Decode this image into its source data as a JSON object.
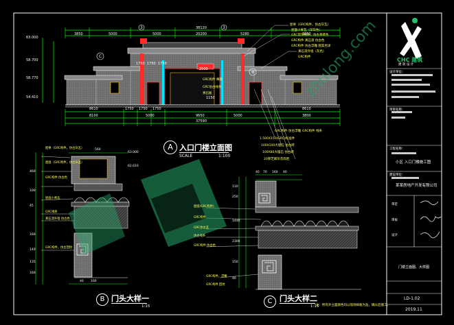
{
  "elevation": {
    "title": "入口门楼立面图",
    "scale_label": "SCALE",
    "scale_value": "1:100",
    "marker": "A",
    "top_dims": [
      "38120",
      "20200",
      "3850",
      "5000",
      "5000",
      "5280",
      "3850"
    ],
    "bottom_dims": [
      "8610",
      "1750",
      "1750",
      "1750",
      "8610",
      "8100",
      "5000",
      "5000",
      "3800",
      "9650",
      "37590"
    ],
    "mid_dims": [
      "1750",
      "1750",
      "1750",
      "2000",
      "1150"
    ],
    "left_levels": [
      "63.000",
      "58.700",
      "58.770",
      "54.410"
    ],
    "notes_top": [
      "屋脊（GRC构件，仿古灰瓦）",
      "屋面小青瓦（深灰色）",
      "GRC装饰线条，仿古青砖色",
      "GRC构件 真石漆 仿古色",
      "GRC构件 仿古浮雕 图案另详",
      "真石漆外墙（灰色）",
      "GRC构件"
    ],
    "notes_bottom": [
      "GRC构件 仿古浮雕",
      "1.500X150(GRC)标准件",
      "100X100大理石 仿古砖",
      "100X80大理石 仿古砖",
      "20厚芝麻灰花岗岩",
      "GRC构件 线条"
    ],
    "notes_mid": [
      "GRC构件 横梁",
      "GRC仿古线条",
      "青石板"
    ]
  },
  "detail_b": {
    "title": "门头大样一",
    "scale": "1:15",
    "marker": "B",
    "levels": [
      "63.000",
      "62.610"
    ],
    "dims": [
      "560",
      "460",
      "100",
      "45",
      "160",
      "140",
      "135",
      "160",
      "40",
      "100"
    ],
    "labels": [
      "屋脊（GRC构件，仿古灰瓦）",
      "屋面（GRC构件，仿古灰瓦）",
      "GRC构件 仿古色",
      "屋面小青瓦",
      "GRC线条",
      "真石漆外墙 仿古色",
      "GRC构件，仿古回纹"
    ]
  },
  "detail_c": {
    "title": "门头大样二",
    "scale": "1:15",
    "marker": "C",
    "dims": [
      "40",
      "70",
      "160",
      "40",
      "110",
      "250",
      "1440",
      "2300",
      "150",
      "40"
    ],
    "labels": [
      "屋面(GRC构件)",
      "GRC构件",
      "GRC仿古瓦",
      "仿古线条",
      "GRC构件 仿古色",
      "GRC构件，浮雕",
      "GRC构件 回纹"
    ]
  },
  "footnote": "注：所有外立面颜色均以现场样板为准，确认后施工。",
  "watermark": "zhulong.com",
  "title_block": {
    "logo_text": "CHC 建筑",
    "logo_sub": "建 筑 设 计",
    "firm_lines": [
      "设计单位：",
      "项目名称：",
      "建设单位：",
      "工程名称："
    ],
    "project": "小区 入口门楼施工图",
    "client": "某某房地产开发有限公司",
    "sign_labels": [
      "审定",
      "审核",
      "设计"
    ],
    "drawing_name": "门楼立面图、大样图",
    "drawing_no": "LD-1.02",
    "date": "2019.11"
  },
  "colors": {
    "background": "#000000",
    "frame": "#ffffff",
    "dim_line": "#00ff00",
    "text": "#ffffff",
    "note": "#ffff00",
    "hatch": "#808080",
    "red": "#ff2a2a",
    "cyan": "#00e5ff",
    "blue": "#3355ff",
    "magenta": "#ff00ff",
    "watermark": "#26a86a"
  }
}
